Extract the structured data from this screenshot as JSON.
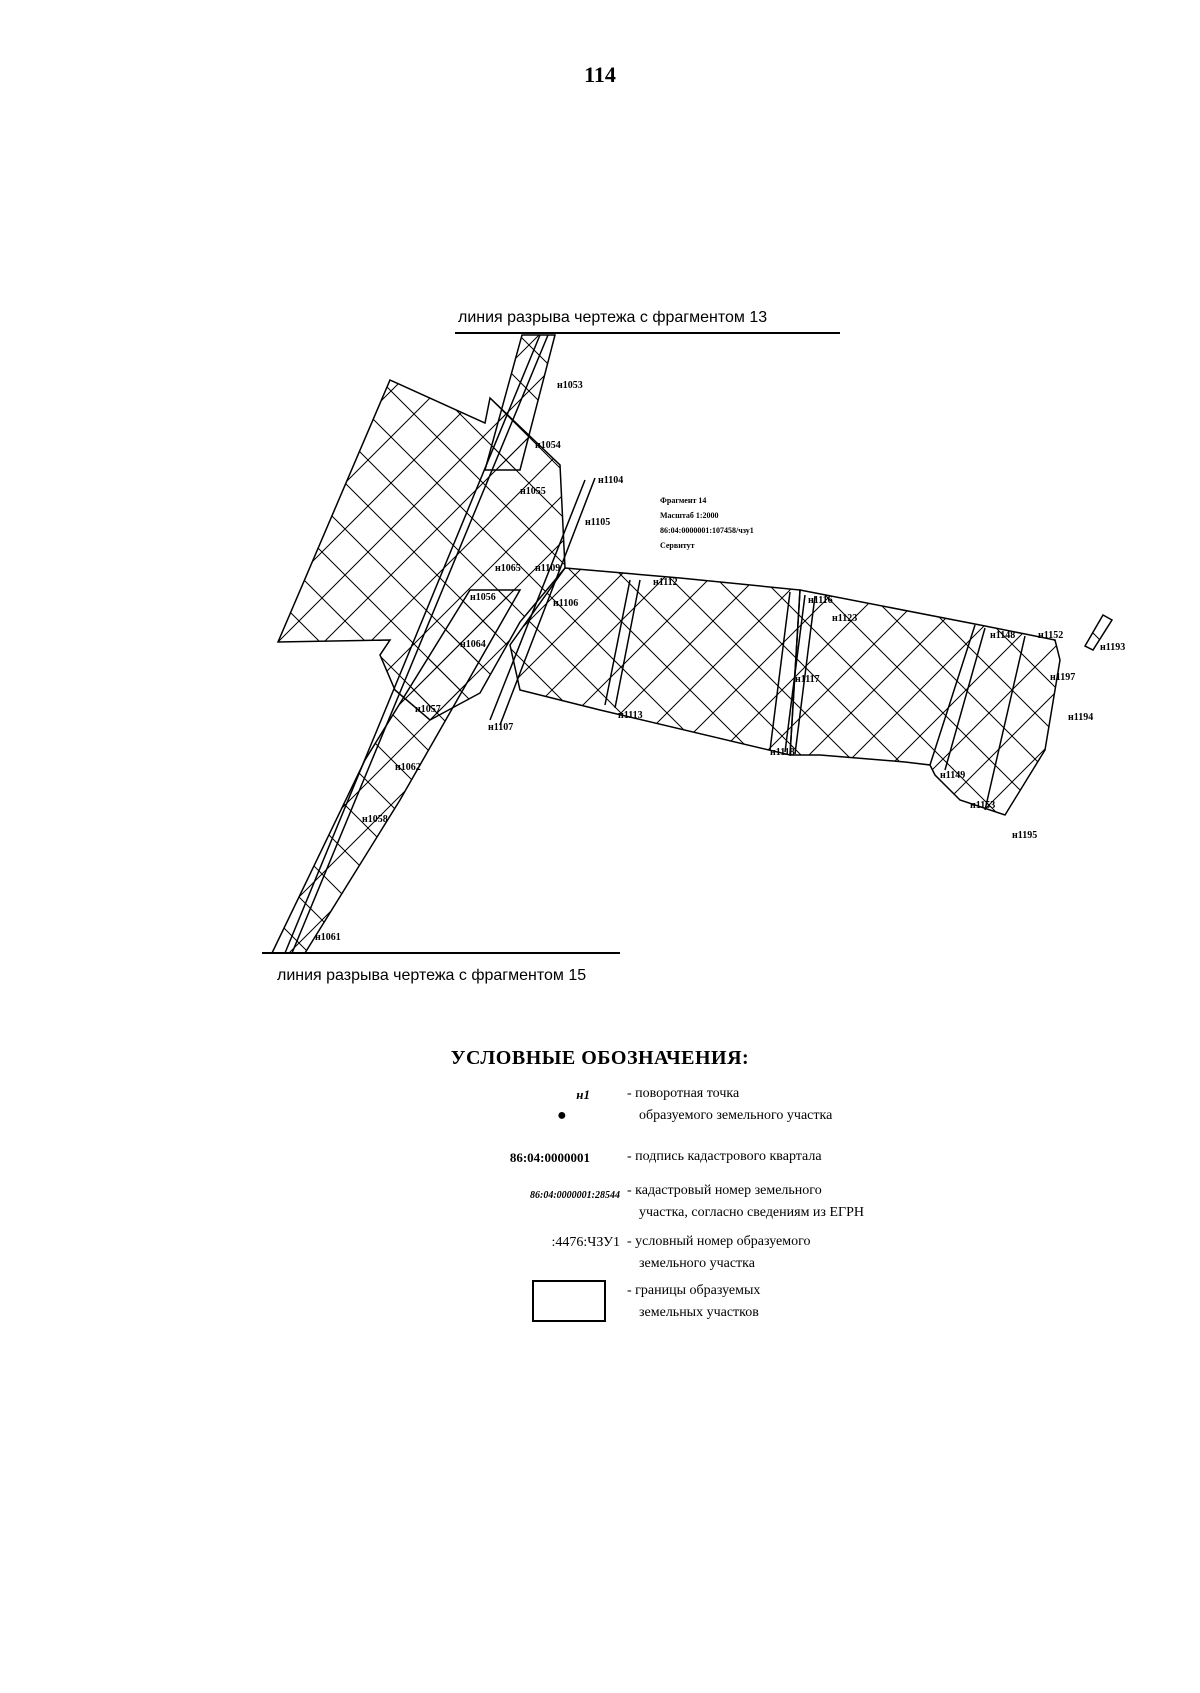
{
  "page_number": "114",
  "break_lines": {
    "top": "линия разрыва чертежа с фрагментом 13",
    "bottom": "линия разрыва чертежа с фрагментом 15"
  },
  "fragment_info": {
    "line1": "Фрагмент 14",
    "line2": "Масштаб 1:2000",
    "line3": "86:04:0000001:107458/чзу1",
    "line4": "Сервитут"
  },
  "points": {
    "p1053": "н1053",
    "p1054": "н1054",
    "p1055": "н1055",
    "p1104": "н1104",
    "p1105": "н1105",
    "p1065": "н1065",
    "p1109": "н1109",
    "p1056": "н1056",
    "p1106": "н1106",
    "p1064": "н1064",
    "p1057": "н1057",
    "p1107": "н1107",
    "p1112": "н1112",
    "p1113": "н1113",
    "p1116": "н1116",
    "p1123": "н1123",
    "p1117": "н1117",
    "p1118": "н1118",
    "p1148": "н1148",
    "p1152": "н1152",
    "p1193": "н1193",
    "p1197": "н1197",
    "p1194": "н1194",
    "p1149": "н1149",
    "p1153": "н1153",
    "p1195": "н1195",
    "p1062": "н1062",
    "p1058": "н1058",
    "p1061": "н1061"
  },
  "legend": {
    "title": "УСЛОВНЫЕ ОБОЗНАЧЕНИЯ:",
    "items": [
      {
        "symbol": "н1",
        "desc1": "- поворотная точка",
        "desc2": "образуемого земельного участка"
      },
      {
        "symbol": "86:04:0000001",
        "desc1": "- подпись кадастрового квартала",
        "desc2": ""
      },
      {
        "symbol": "86:04:0000001:28544",
        "desc1": "- кадастровый номер земельного",
        "desc2": "участка, согласно сведениям из ЕГРН"
      },
      {
        "symbol": ":4476:ЧЗУ1",
        "desc1": "- условный номер образуемого",
        "desc2": "земельного участка"
      },
      {
        "symbol": "",
        "desc1": "- границы образуемых",
        "desc2": "земельных участков"
      }
    ]
  }
}
